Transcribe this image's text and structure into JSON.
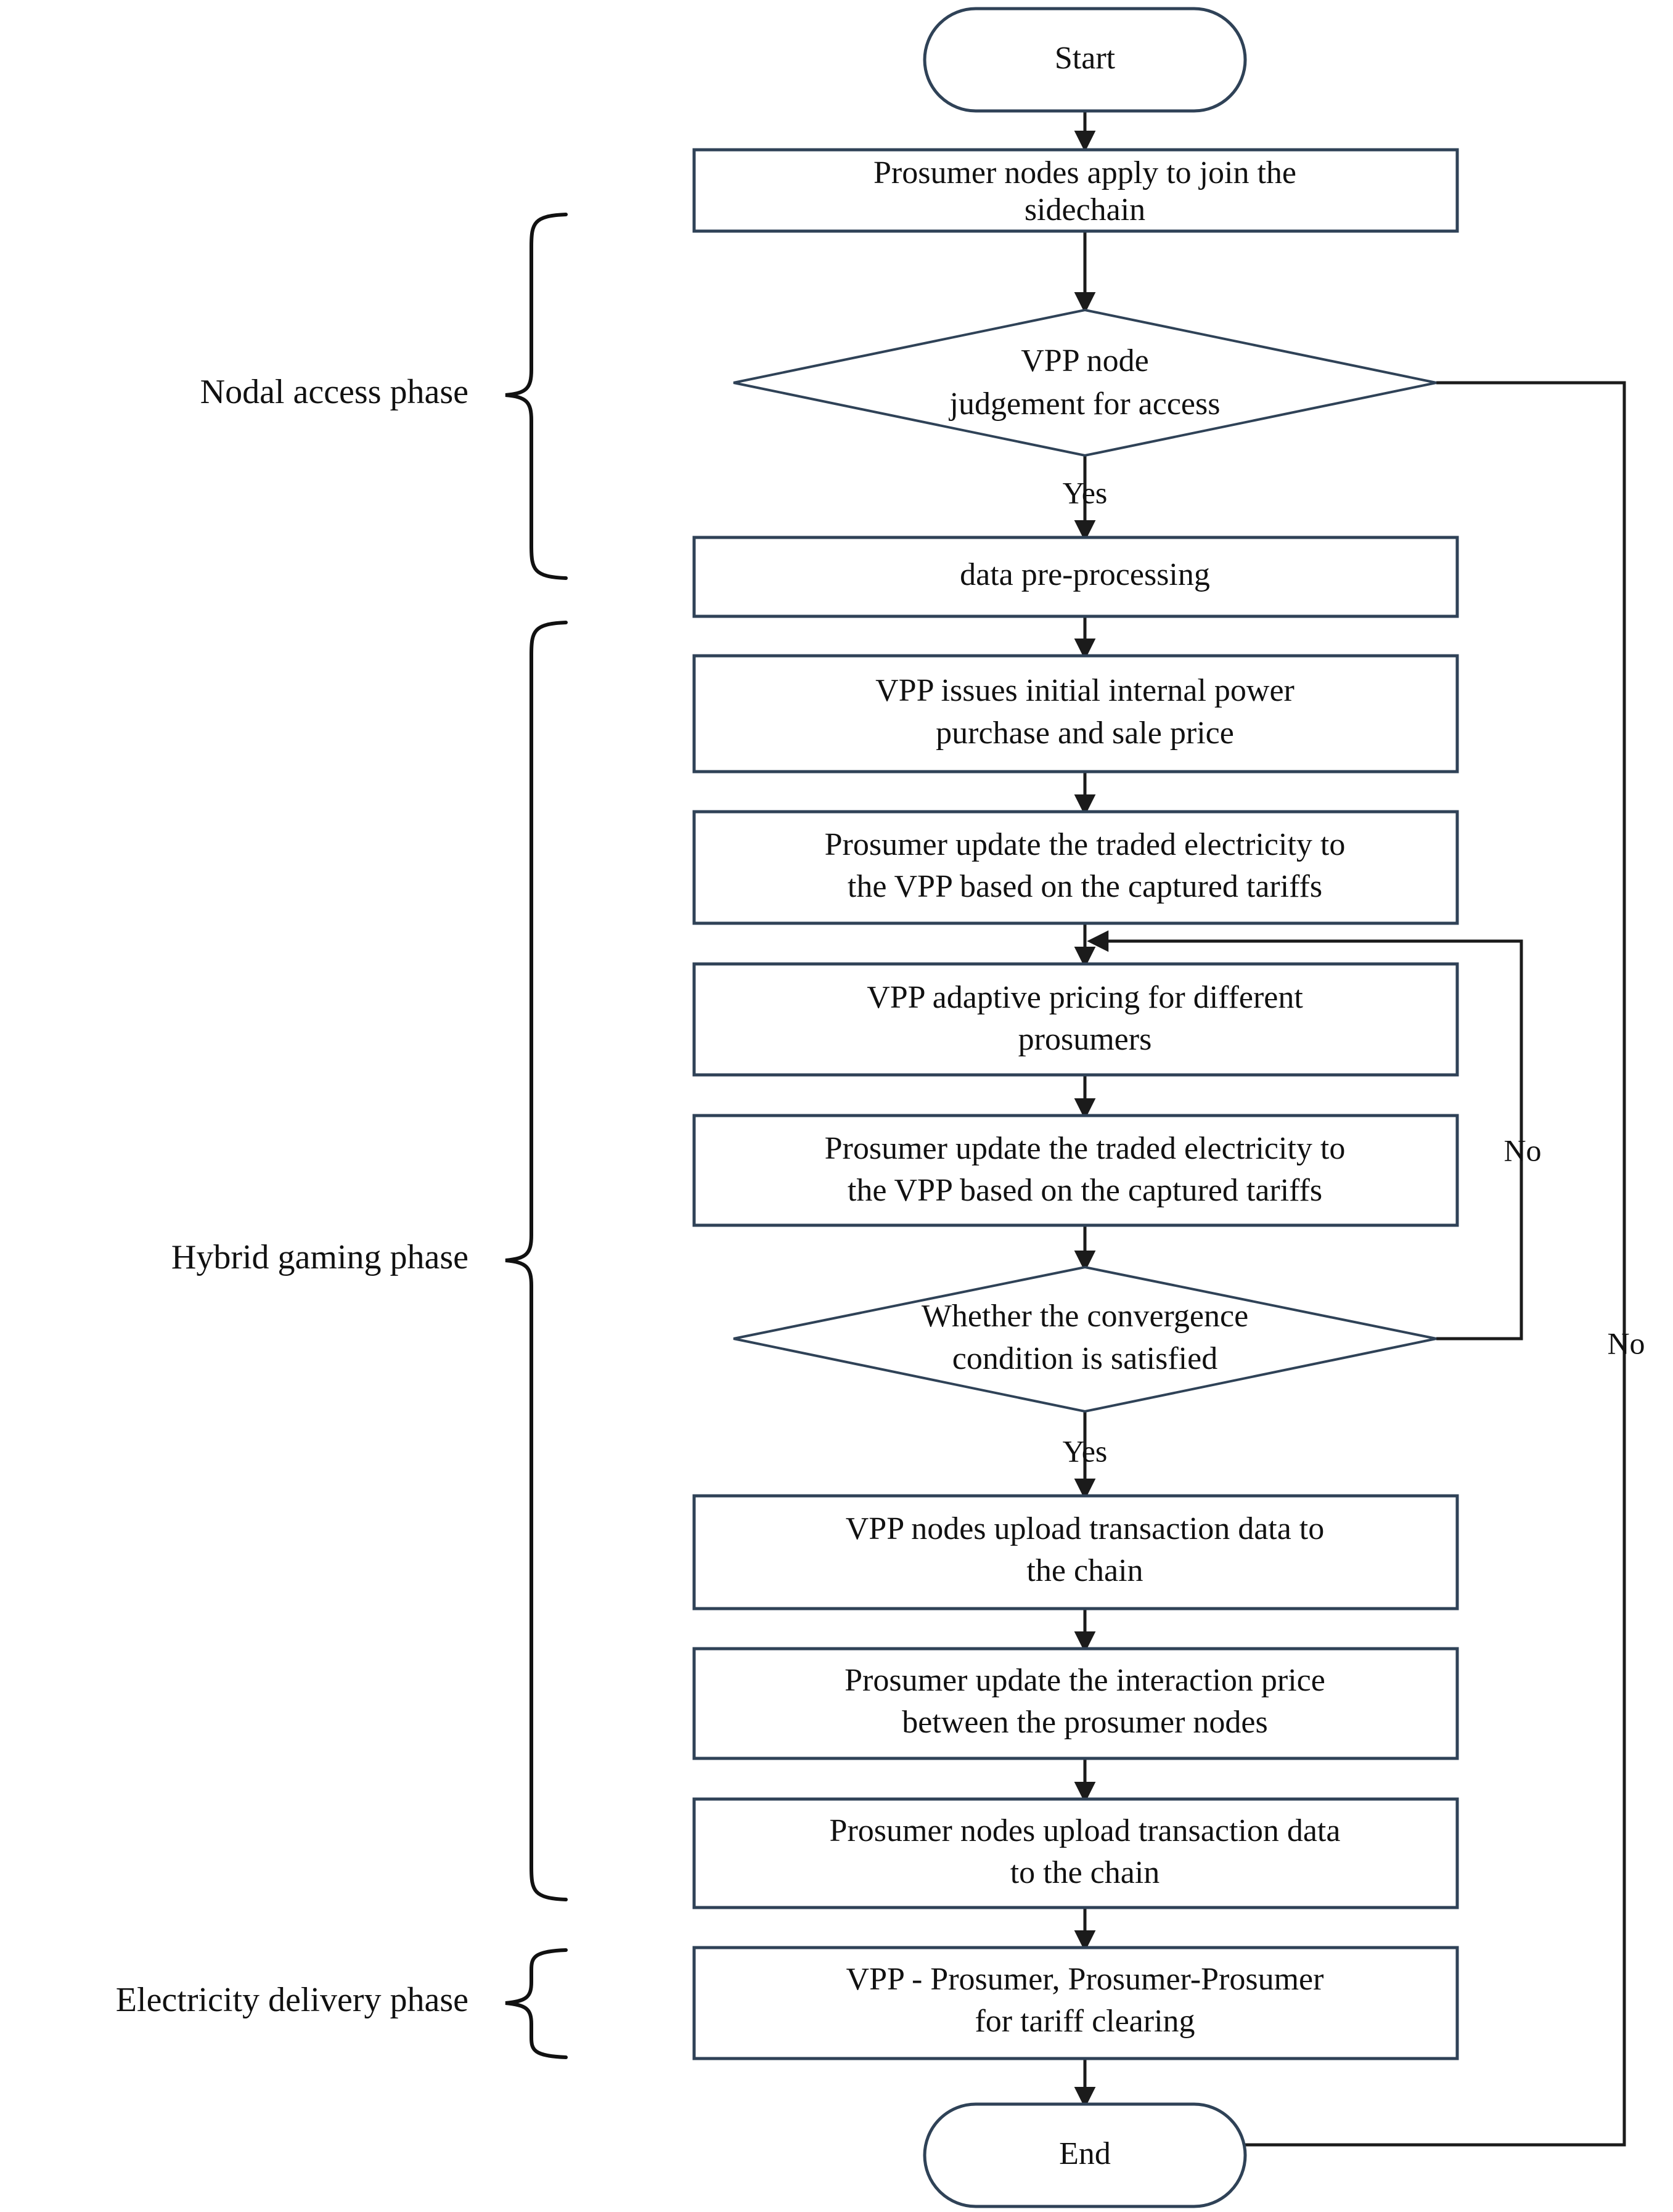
{
  "diagram": {
    "title": "VPP sidechain prosumer trading flowchart",
    "colors": {
      "shape_stroke": "#2f4257",
      "connector": "#1b1b1b",
      "text": "#111111",
      "background": "#ffffff"
    }
  },
  "phases": [
    {
      "id": "nodal",
      "label": "Nodal access phase"
    },
    {
      "id": "hybrid",
      "label": "Hybrid gaming phase"
    },
    {
      "id": "delivery",
      "label": "Electricity delivery phase"
    }
  ],
  "nodes": [
    {
      "id": "start",
      "type": "terminator",
      "label": "Start"
    },
    {
      "id": "apply",
      "type": "process",
      "line1": "Prosumer nodes apply to join the",
      "line2": "sidechain"
    },
    {
      "id": "judge",
      "type": "decision",
      "line1": "VPP node",
      "line2": "judgement for access"
    },
    {
      "id": "preproc",
      "type": "process",
      "line1": "data pre-processing",
      "line2": ""
    },
    {
      "id": "issue",
      "type": "process",
      "line1": "VPP issues initial internal power",
      "line2": "purchase and sale price"
    },
    {
      "id": "update1",
      "type": "process",
      "line1": "Prosumer update the traded electricity to",
      "line2": "the VPP  based on the captured tariffs"
    },
    {
      "id": "adaptive",
      "type": "process",
      "line1": "VPP adaptive pricing for different",
      "line2": "prosumers"
    },
    {
      "id": "update2",
      "type": "process",
      "line1": "Prosumer update the traded electricity to",
      "line2": "the VPP  based on the captured tariffs"
    },
    {
      "id": "converge",
      "type": "decision",
      "line1": "Whether the convergence",
      "line2": "condition is satisfied"
    },
    {
      "id": "vppupload",
      "type": "process",
      "line1": "VPP nodes upload transaction data to",
      "line2": "the chain"
    },
    {
      "id": "interact",
      "type": "process",
      "line1": "Prosumer  update the interaction price",
      "line2": "between the prosumer nodes"
    },
    {
      "id": "prosupload",
      "type": "process",
      "line1": "Prosumer nodes upload transaction data",
      "line2": "to the chain"
    },
    {
      "id": "clearing",
      "type": "process",
      "line1": "VPP - Prosumer, Prosumer-Prosumer",
      "line2": "for tariff clearing"
    },
    {
      "id": "end",
      "type": "terminator",
      "label": "End"
    }
  ],
  "edge_labels": {
    "judge_yes": "Yes",
    "judge_no": "No",
    "converge_yes": "Yes",
    "converge_no": "No"
  }
}
